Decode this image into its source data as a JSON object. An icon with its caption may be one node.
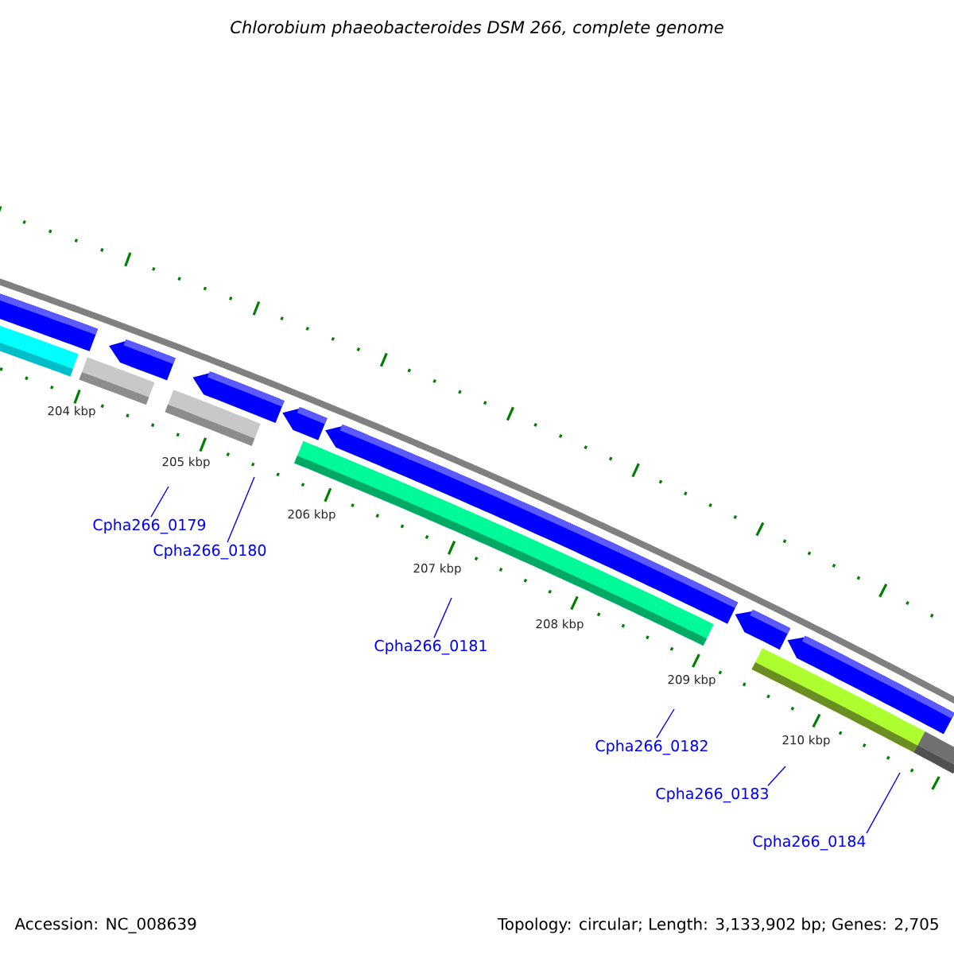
{
  "diagram": {
    "title": "Chlorobium phaeobacteroides DSM 266, complete genome",
    "nodes": [
      {
        "text": [
          "Cpha266_0179"
        ]
      },
      {
        "text": [
          "Cpha266_0180"
        ]
      },
      {
        "text": [
          "Cpha266_0181"
        ]
      },
      {
        "text": [
          "Cpha266_0182"
        ]
      },
      {
        "text": [
          "Cpha266_0183"
        ]
      },
      {
        "text": [
          "Cpha266_0184"
        ]
      }
    ],
    "edges": [
      {
        "from": 0,
        "to": null,
        "arrow": "none"
      },
      {
        "from": 1,
        "to": null,
        "arrow": "none"
      },
      {
        "from": 2,
        "to": null,
        "arrow": "none"
      },
      {
        "from": 3,
        "to": null,
        "arrow": "none"
      },
      {
        "from": 4,
        "to": null,
        "arrow": "none"
      },
      {
        "from": 5,
        "to": null,
        "arrow": "none"
      }
    ],
    "labels": [
      "204 kbp",
      "205 kbp",
      "206 kbp",
      "207 kbp",
      "208 kbp",
      "209 kbp",
      "210 kbp",
      "Accession: NC_008639",
      "Topology: circular; Length: 3,133,902 bp; Genes: 2,705"
    ]
  }
}
